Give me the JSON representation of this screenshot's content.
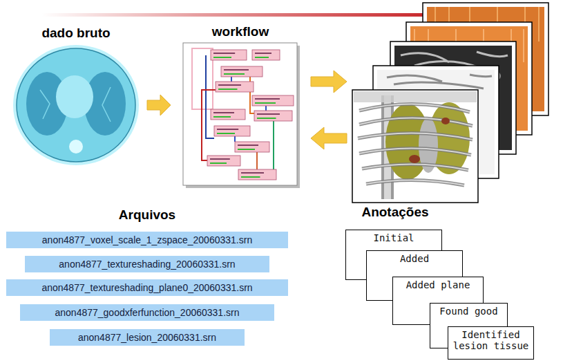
{
  "diagram": {
    "nodes": [
      {
        "text": [
          "anon4877_voxel_scale_1_zspace_20060331.srn"
        ]
      },
      {
        "text": [
          "anon4877_textureshading_20060331.srn"
        ]
      },
      {
        "text": [
          "anon4877_textureshading_plane0_20060331.srn"
        ]
      },
      {
        "text": [
          "anon4877_goodxferfunction_20060331.srn"
        ]
      },
      {
        "text": [
          "anon4877_lesion_20060331.srn"
        ]
      },
      {
        "text": [
          "Initial"
        ]
      },
      {
        "text": [
          "Added"
        ]
      },
      {
        "text": [
          "Added plane"
        ]
      },
      {
        "text": [
          "Found good"
        ]
      },
      {
        "text": [
          "Identified lesion tissue"
        ]
      }
    ],
    "labels": [
      "dado bruto",
      "workflow",
      "Arquivos",
      "Anotações"
    ]
  }
}
